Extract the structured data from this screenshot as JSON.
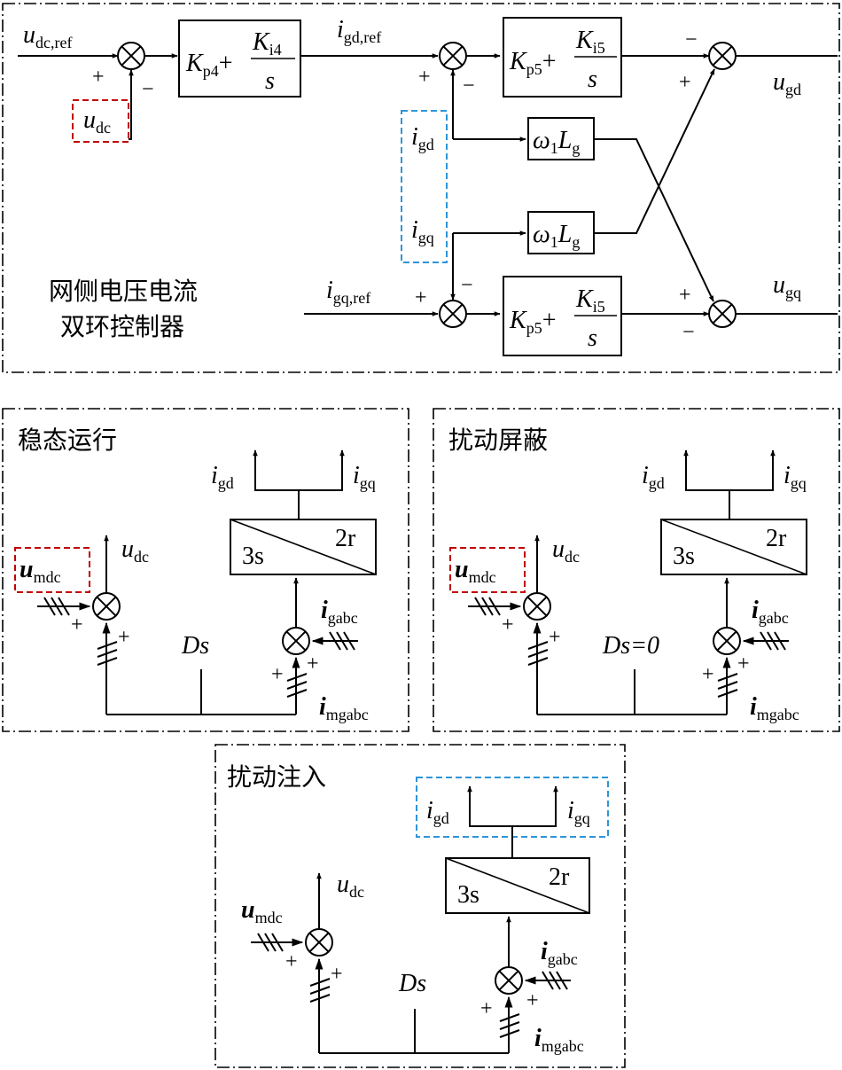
{
  "top": {
    "title_line1": "网侧电压电流",
    "title_line2": "双环控制器",
    "udc_ref": "u",
    "udc_ref_sub": "dc,ref",
    "udc": "u",
    "udc_sub": "dc",
    "pi1": {
      "kp": "K",
      "kp_sub": "p4",
      "plus": "+",
      "ki": "K",
      "ki_sub": "i4",
      "s": "s"
    },
    "igd_ref": "i",
    "igd_ref_sub": "gd,ref",
    "pi2": {
      "kp": "K",
      "kp_sub": "p5",
      "plus": "+",
      "ki": "K",
      "ki_sub": "i5",
      "s": "s"
    },
    "pi3": {
      "kp": "K",
      "kp_sub": "p5",
      "plus": "+",
      "ki": "K",
      "ki_sub": "i5",
      "s": "s"
    },
    "igd": "i",
    "igd_sub": "gd",
    "igq": "i",
    "igq_sub": "gq",
    "wl": {
      "omega": "ω",
      "omega_sub": "1",
      "L": "L",
      "L_sub": "g"
    },
    "igq_ref": "i",
    "igq_ref_sub": "gq,ref",
    "ugd": "u",
    "ugd_sub": "gd",
    "ugq": "u",
    "ugq_sub": "gq",
    "plus": "+",
    "minus": "−"
  },
  "panels": [
    {
      "title": "稳态运行",
      "ds": "Ds"
    },
    {
      "title": "扰动屏蔽",
      "ds": "Ds=0"
    },
    {
      "title": "扰动注入",
      "ds": "Ds"
    }
  ],
  "common": {
    "i": "i",
    "igd_sub": "gd",
    "igq_sub": "gq",
    "u": "u",
    "udc_sub": "dc",
    "umdc_sub": "mdc",
    "igabc_sub": "gabc",
    "imgabc_sub": "mgabc",
    "box_3s": "3s",
    "box_2r": "2r",
    "plus": "+"
  }
}
